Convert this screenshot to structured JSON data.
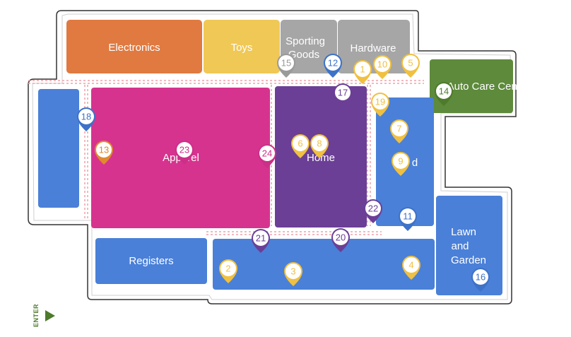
{
  "colors": {
    "electronics": "#e07a40",
    "toys": "#f0c855",
    "gray_dept": "#a6a6a6",
    "auto": "#5e8a3c",
    "blue": "#4a80d8",
    "apparel": "#d6338f",
    "home": "#6b3f96",
    "pin_yellow": "#f0c040",
    "pin_orange": "#e08a30",
    "pin_blue": "#3d72c8",
    "pin_purple": "#6b3f96",
    "pin_magenta": "#cc2f88",
    "pin_gray": "#9a9a9a",
    "pin_green": "#4e7a2c",
    "enter": "#4e7a2c"
  },
  "departments": {
    "electronics": "Electronics",
    "toys": "Toys",
    "sporting_line1": "Sporting",
    "sporting_line2": "Goods",
    "hardware": "Hardware",
    "auto_care": "Auto Care Center",
    "apparel": "Apparel",
    "home": "Home",
    "food_fragment": "d",
    "registers": "Registers",
    "lawn_line1": "Lawn",
    "lawn_line2": "and",
    "lawn_line3": "Garden"
  },
  "pins": [
    {
      "label": "1",
      "color": "pin_yellow"
    },
    {
      "label": "2",
      "color": "pin_yellow"
    },
    {
      "label": "3",
      "color": "pin_yellow"
    },
    {
      "label": "4",
      "color": "pin_yellow"
    },
    {
      "label": "5",
      "color": "pin_yellow"
    },
    {
      "label": "6",
      "color": "pin_yellow"
    },
    {
      "label": "7",
      "color": "pin_yellow"
    },
    {
      "label": "8",
      "color": "pin_yellow"
    },
    {
      "label": "9",
      "color": "pin_yellow"
    },
    {
      "label": "10",
      "color": "pin_yellow"
    },
    {
      "label": "11",
      "color": "pin_blue"
    },
    {
      "label": "12",
      "color": "pin_blue"
    },
    {
      "label": "13",
      "color": "pin_orange"
    },
    {
      "label": "14",
      "color": "pin_green"
    },
    {
      "label": "15",
      "color": "pin_gray"
    },
    {
      "label": "16",
      "color": "pin_blue"
    },
    {
      "label": "17",
      "color": "pin_purple"
    },
    {
      "label": "18",
      "color": "pin_blue"
    },
    {
      "label": "19",
      "color": "pin_yellow"
    },
    {
      "label": "20",
      "color": "pin_purple"
    },
    {
      "label": "21",
      "color": "pin_purple"
    },
    {
      "label": "22",
      "color": "pin_purple"
    },
    {
      "label": "23",
      "color": "pin_magenta"
    },
    {
      "label": "24",
      "color": "pin_magenta"
    }
  ],
  "entrance": "ENTER"
}
